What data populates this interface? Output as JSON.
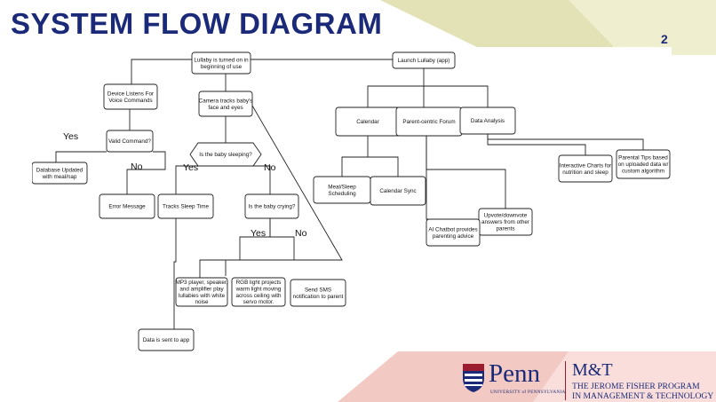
{
  "slide": {
    "title": "SYSTEM FLOW DIAGRAM",
    "page_number": "2"
  },
  "colors": {
    "title": "#1b2a78",
    "olive_band": "#e3e2b6",
    "olive_band_light": "#efeecf",
    "pink_band": "#f3c9c4",
    "pink_band_light": "#f9dedb",
    "node_stroke": "#222222"
  },
  "diagram": {
    "nodes": [
      {
        "id": "lullaby-on",
        "shape": "rect",
        "lines": [
          "Lullaby is turned on in",
          "beginning of use"
        ]
      },
      {
        "id": "launch-lullaby",
        "shape": "rect",
        "lines": [
          "Launch Lullaby (app)"
        ]
      },
      {
        "id": "device-listens",
        "shape": "rect",
        "lines": [
          "Device Listens For",
          "Voice Commands"
        ]
      },
      {
        "id": "camera-tracks",
        "shape": "rect",
        "lines": [
          "Camera tracks baby's",
          "face and eyes"
        ]
      },
      {
        "id": "calendar",
        "shape": "rect",
        "lines": [
          "Calendar"
        ]
      },
      {
        "id": "parent-forum",
        "shape": "rect",
        "lines": [
          "Parent-centric Forum"
        ]
      },
      {
        "id": "data-analysis",
        "shape": "rect",
        "lines": [
          "Data Analysis"
        ]
      },
      {
        "id": "valid-command",
        "shape": "rect",
        "lines": [
          "Valid Command?"
        ]
      },
      {
        "id": "baby-sleeping",
        "shape": "hexagon",
        "lines": [
          "Is the baby sleeping?"
        ]
      },
      {
        "id": "interactive-charts",
        "shape": "rect",
        "lines": [
          "Interactive Charts for",
          "nutrition and sleep"
        ]
      },
      {
        "id": "parental-tips",
        "shape": "rect",
        "lines": [
          "Parental Tips based",
          "on uploaded data w/",
          "custom algorithm"
        ]
      },
      {
        "id": "database-updated",
        "shape": "rect",
        "lines": [
          "Database Updated",
          "with meal/nap"
        ]
      },
      {
        "id": "meal-sleep",
        "shape": "rect",
        "lines": [
          "Meal/Sleep",
          "Scheduling"
        ]
      },
      {
        "id": "calendar-sync",
        "shape": "rect",
        "lines": [
          "Calendar Sync"
        ]
      },
      {
        "id": "error-message",
        "shape": "rect",
        "lines": [
          "Error Message"
        ]
      },
      {
        "id": "tracks-sleep",
        "shape": "rect",
        "lines": [
          "Tracks Sleep Time"
        ]
      },
      {
        "id": "baby-crying",
        "shape": "rect",
        "lines": [
          "Is the baby crying?"
        ]
      },
      {
        "id": "upvote",
        "shape": "rect",
        "lines": [
          "Upvote/downvote",
          "answers from other",
          "parents"
        ]
      },
      {
        "id": "ai-chatbot",
        "shape": "rect",
        "lines": [
          "AI Chatbot provides",
          "parenting advice"
        ]
      },
      {
        "id": "mp3-player",
        "shape": "rect",
        "lines": [
          "MP3 player, speaker,",
          "and amplifier play",
          "lullabies with white",
          "noise"
        ]
      },
      {
        "id": "rgb-light",
        "shape": "rect",
        "lines": [
          "RGB light projects",
          "warm light moving",
          "across ceiling with",
          "servo motor."
        ]
      },
      {
        "id": "send-sms",
        "shape": "rect",
        "lines": [
          "Send SMS",
          "notification to parent"
        ]
      },
      {
        "id": "data-sent",
        "shape": "rect",
        "lines": [
          "Data is sent to app"
        ]
      }
    ],
    "edge_labels": [
      {
        "id": "valid-yes",
        "text": "Yes"
      },
      {
        "id": "valid-no",
        "text": "No"
      },
      {
        "id": "sleeping-yes",
        "text": "Yes"
      },
      {
        "id": "sleeping-no",
        "text": "No"
      },
      {
        "id": "crying-yes",
        "text": "Yes"
      },
      {
        "id": "crying-no",
        "text": "No"
      }
    ]
  },
  "logo": {
    "penn_word": "Penn",
    "penn_subtitle": "UNIVERSITY of PENNSYLVANIA",
    "mt_word": "M&T",
    "mt_line1": "THE JEROME FISHER PROGRAM",
    "mt_line2": "IN MANAGEMENT & TECHNOLOGY",
    "shield_icon": "penn-shield-icon"
  }
}
